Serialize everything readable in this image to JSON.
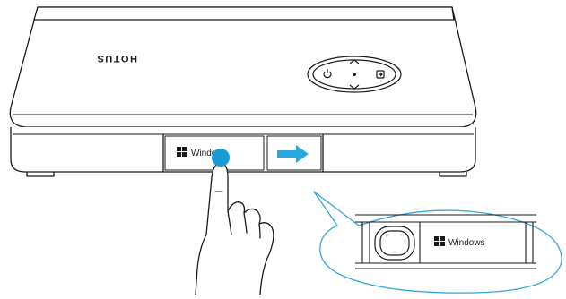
{
  "device": {
    "brand_text": "HOTUS",
    "tab_label": "Windows",
    "zoom_label": "Windows"
  },
  "colors": {
    "outline": "#1a1a1a",
    "accent_blue": "#29a8e0",
    "finger_dot": "#1b9ad6",
    "callout_stroke": "#3aa7dc",
    "background": "#ffffff"
  },
  "icons": {
    "windows_logo": "windows-logo-icon",
    "arrow": "right-arrow-icon",
    "control_pad": "circular-control-pad",
    "hand": "pointing-hand"
  }
}
